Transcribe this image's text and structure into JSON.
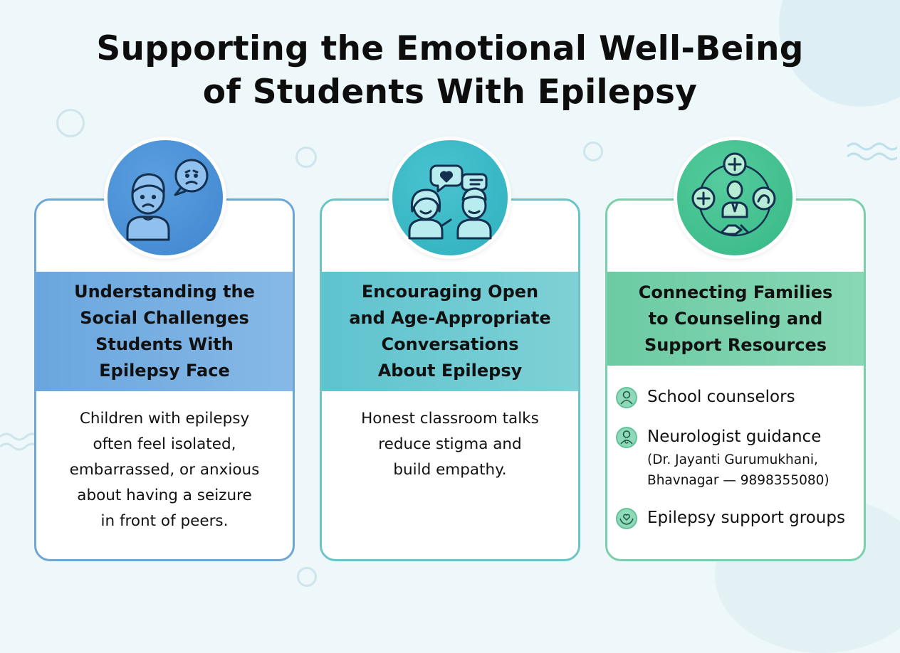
{
  "title": {
    "line1": "Supporting the Emotional Well-Being",
    "line2": "of Students With Epilepsy"
  },
  "cards": [
    {
      "icon": "sad-child-with-worried-speech-bubble-icon",
      "heading": [
        "Understanding the",
        "Social Challenges",
        "Students With",
        "Epilepsy Face"
      ],
      "body": [
        "Children with epilepsy",
        "often feel isolated,",
        "embarrassed, or anxious",
        "about having a seizure",
        "in front of peers."
      ]
    },
    {
      "icon": "two-people-talking-with-heart-speech-bubbles-icon",
      "heading": [
        "Encouraging Open",
        "and Age-Appropriate",
        "Conversations",
        "About Epilepsy"
      ],
      "body": [
        "Honest classroom talks",
        "reduce stigma and",
        "build empathy."
      ]
    },
    {
      "icon": "support-network-cycle-icon",
      "heading": [
        "Connecting Families",
        "to Counseling and",
        "Support Resources"
      ],
      "resources": [
        {
          "icon": "counselor-icon",
          "label": "School counselors"
        },
        {
          "icon": "doctor-icon",
          "label": "Neurologist guidance",
          "sub": [
            "(Dr. Jayanti Gurumukhani,",
            "Bhavnagar — 9898355080)"
          ]
        },
        {
          "icon": "heart-hands-icon",
          "label": "Epilepsy support groups"
        }
      ]
    }
  ],
  "colors": {
    "card1_accent": "#6aa6de",
    "card2_accent": "#5ec3cf",
    "card3_accent": "#6ccba3",
    "background": "#eef7fa"
  }
}
